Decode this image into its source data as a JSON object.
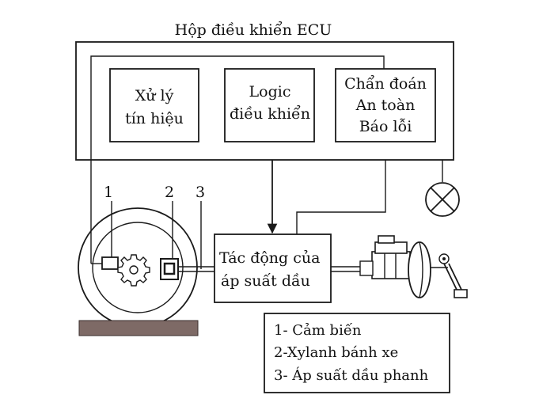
{
  "ecu": {
    "title": "Hộp điều khiển ECU",
    "signal_box": [
      "Xử lý",
      "tín hiệu"
    ],
    "logic_box": [
      "Logic",
      "điều khiển"
    ],
    "diag_box": [
      "Chẩn đoán",
      "An toàn",
      "Báo lỗi"
    ]
  },
  "actuator": [
    "Tác động của",
    "áp suất dầu"
  ],
  "labels": {
    "n1": "1",
    "n2": "2",
    "n3": "3"
  },
  "legend": [
    "1- Cảm biến",
    "2-Xylanh bánh xe",
    "3- Áp suất dầu phanh"
  ],
  "icons": [
    "warning-lamp-icon",
    "gear-icon",
    "pedal-icon",
    "master-cylinder-icon"
  ]
}
